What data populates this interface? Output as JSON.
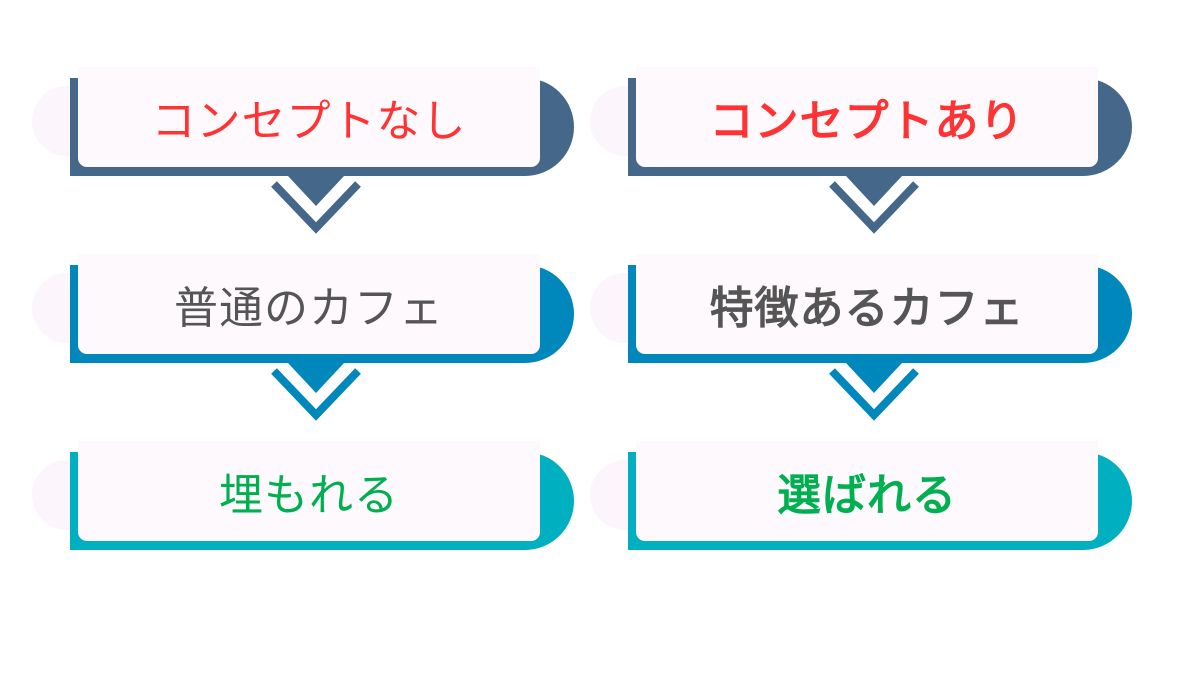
{
  "colors": {
    "row1": "#44678a",
    "row2": "#0087bb",
    "row3": "#00afc0",
    "red": "#ff3333",
    "gray": "#555555",
    "green": "#00b050"
  },
  "left": {
    "row1": "コンセプトなし",
    "row2": "普通のカフェ",
    "row3": "埋もれる"
  },
  "right": {
    "row1": "コンセプトあり",
    "row2": "特徴あるカフェ",
    "row3": "選ばれる"
  }
}
